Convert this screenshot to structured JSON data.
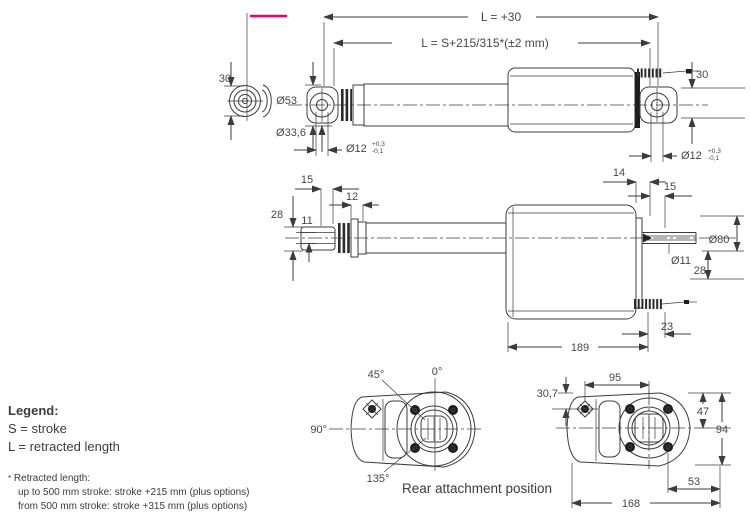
{
  "colors": {
    "line": "#3c3c3c",
    "dim_text": "#474747",
    "highlight": "#e5007d",
    "dark_fill": "#1e1e1e"
  },
  "top_view": {
    "dim_overall": "L = +30",
    "dim_retracted": "L = S+215/315*(±2 mm)",
    "dim_eye_width_left": "30",
    "dim_eye_width_right": "30",
    "dim_d53": "Ø53",
    "dim_d33_6": "Ø33,6",
    "dim_d12_left": "Ø12",
    "dim_d12_right": "Ø12",
    "tol_plus": "+0,3",
    "tol_minus": "-0,1"
  },
  "side_view": {
    "dim_15_left": "15",
    "dim_12": "12",
    "dim_28_left": "28",
    "dim_11_left": "11",
    "dim_14": "14",
    "dim_15_right": "15",
    "dim_d80": "Ø80",
    "dim_d11": "Ø11",
    "dim_28_right": "28",
    "dim_23": "23",
    "dim_189": "189"
  },
  "rear_attachment_view": {
    "angle_45": "45°",
    "angle_0": "0°",
    "angle_90": "90°",
    "angle_135": "135°",
    "caption": "Rear attachment position"
  },
  "rear_dim_view": {
    "dim_30_7": "30,7",
    "dim_95": "95",
    "dim_47": "47",
    "dim_94": "94",
    "dim_53": "53",
    "dim_168": "168"
  },
  "legend": {
    "title": "Legend:",
    "line_s": "S = stroke",
    "line_l": "L = retracted length",
    "footnote_marker": "*",
    "footnote_title": "Retracted length:",
    "footnote_line1": "up to 500 mm stroke: stroke +215 mm (plus options)",
    "footnote_line2": "from 500 mm stroke: stroke +315 mm (plus options)"
  }
}
